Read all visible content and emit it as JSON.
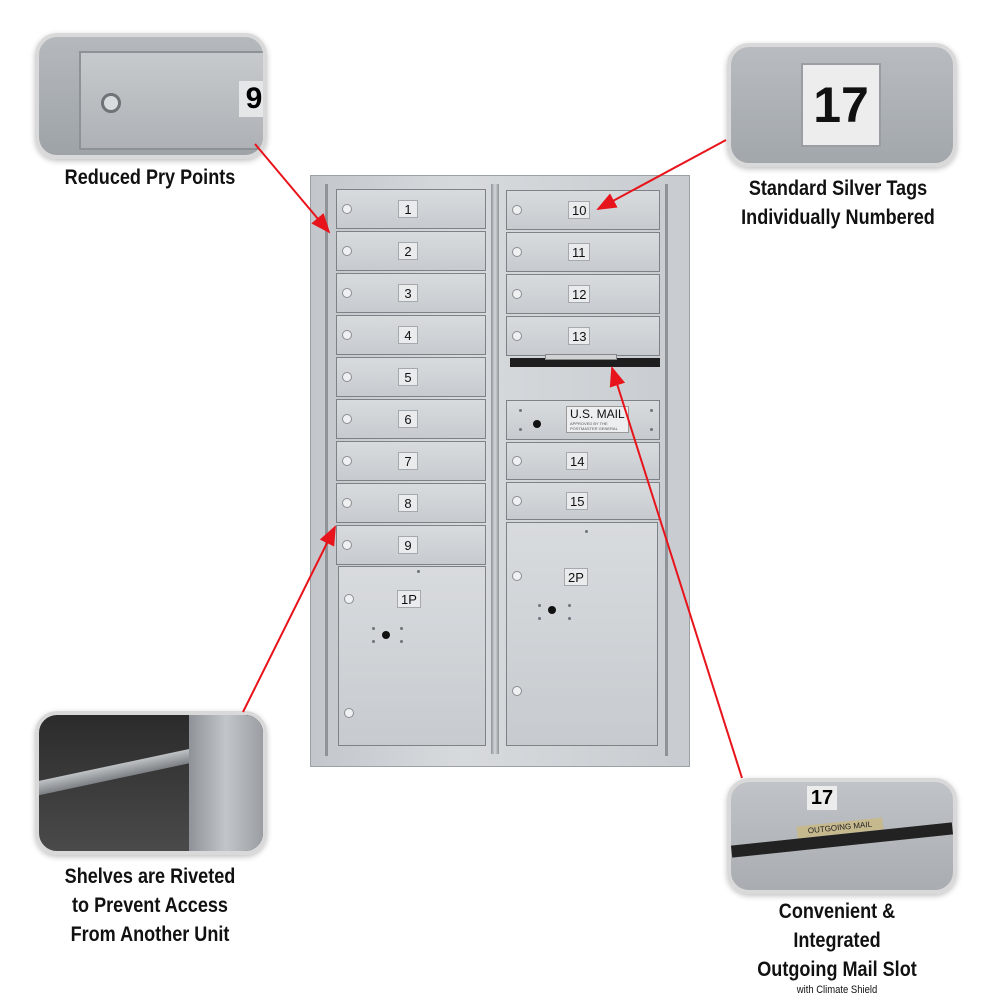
{
  "callouts": {
    "pry": {
      "caption": "Reduced Pry Points",
      "tag": "9"
    },
    "tags": {
      "caption_line1": "Standard Silver Tags",
      "caption_line2": "Individually Numbered",
      "tag": "17"
    },
    "shelves": {
      "caption_line1": "Shelves are Riveted",
      "caption_line2": "to Prevent Access",
      "caption_line3": "From Another Unit"
    },
    "slot": {
      "caption_line1": "Convenient & Integrated",
      "caption_line2": "Outgoing Mail Slot",
      "caption_sub": "with Climate Shield",
      "tag": "17",
      "slot_label": "OUTGOING MAIL"
    }
  },
  "mailbox": {
    "left_doors": [
      "1",
      "2",
      "3",
      "4",
      "5",
      "6",
      "7",
      "8",
      "9"
    ],
    "right_top_doors": [
      "10",
      "11",
      "12",
      "13"
    ],
    "right_mid_doors": [
      "14",
      "15"
    ],
    "parcel_left": "1P",
    "parcel_right": "2P",
    "usmail_title": "U.S. MAIL",
    "usmail_sub1": "APPROVED BY THE",
    "usmail_sub2": "POSTMASTER GENERAL"
  },
  "colors": {
    "arrow": "#e8141b",
    "metal": "#c9cdd1"
  }
}
